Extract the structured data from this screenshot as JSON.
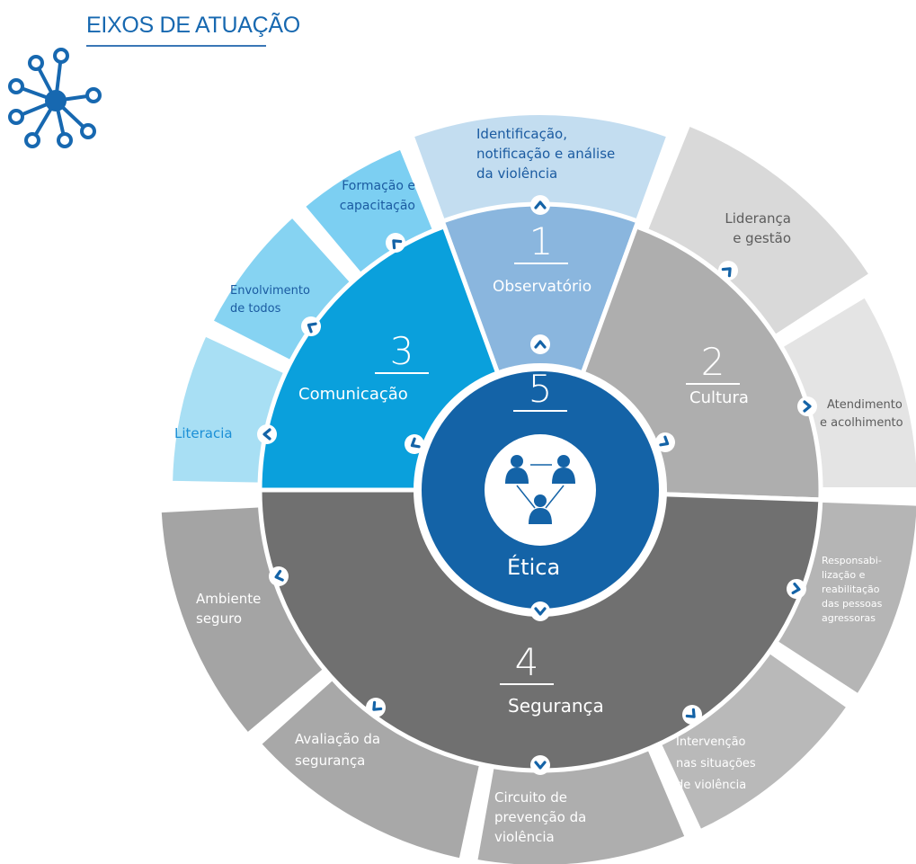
{
  "title": "EIXOS DE ATUAÇÃO",
  "center": {
    "number": "5",
    "label": "Ética",
    "icon": "group-meeting-icon"
  },
  "colors": {
    "title": "#1768b0",
    "observatorio": "#8ab6de",
    "cultura": "#aeaeae",
    "comunicacao": "#0aa0dc",
    "seguranca": "#707070",
    "etica": "#1463a7"
  },
  "axes": [
    {
      "id": "observatorio",
      "number": "1",
      "name": "Observatório"
    },
    {
      "id": "cultura",
      "number": "2",
      "name": "Cultura"
    },
    {
      "id": "comunicacao",
      "number": "3",
      "name": "Comunicação"
    },
    {
      "id": "seguranca",
      "number": "4",
      "name": "Segurança"
    }
  ],
  "petals": {
    "identificacao": [
      "Identificação,",
      "notificação e análise",
      "da violência"
    ],
    "lideranca": [
      "Liderança",
      "e gestão"
    ],
    "atendimento": [
      "Atendimento",
      "e acolhimento"
    ],
    "responsabilizacao": [
      "Responsabi-",
      "lização e",
      "reabilitação",
      "das pessoas",
      "agressoras"
    ],
    "intervencao": [
      "Intervenção",
      "nas situações",
      "de violência"
    ],
    "circuito": [
      "Circuito de",
      "prevenção da",
      "violência"
    ],
    "avaliacao": [
      "Avaliação da",
      "segurança"
    ],
    "ambiente": [
      "Ambiente",
      "seguro"
    ],
    "literacia": [
      "Literacia"
    ],
    "envolvimento": [
      "Envolvimento",
      "de todos"
    ],
    "formacao": [
      "Formação e",
      "capacitação"
    ]
  }
}
